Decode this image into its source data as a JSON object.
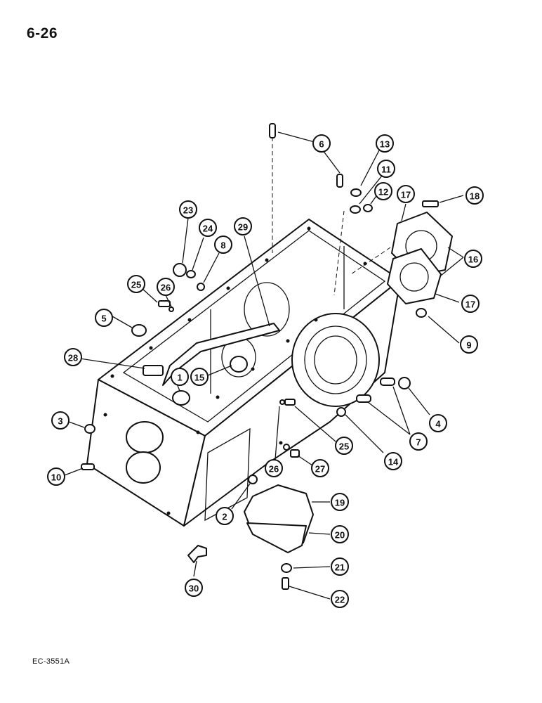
{
  "page": {
    "page_number": "6-26",
    "figure_code": "EC-3551A"
  },
  "callouts": [
    "6",
    "13",
    "11",
    "12",
    "17",
    "18",
    "23",
    "24",
    "8",
    "29",
    "16",
    "25",
    "26",
    "5",
    "17",
    "9",
    "28",
    "15",
    "1",
    "3",
    "4",
    "7",
    "25",
    "14",
    "10",
    "26",
    "27",
    "2",
    "19",
    "20",
    "21",
    "22",
    "30"
  ],
  "colors": {
    "ink": "#111111",
    "paper": "#ffffff"
  }
}
